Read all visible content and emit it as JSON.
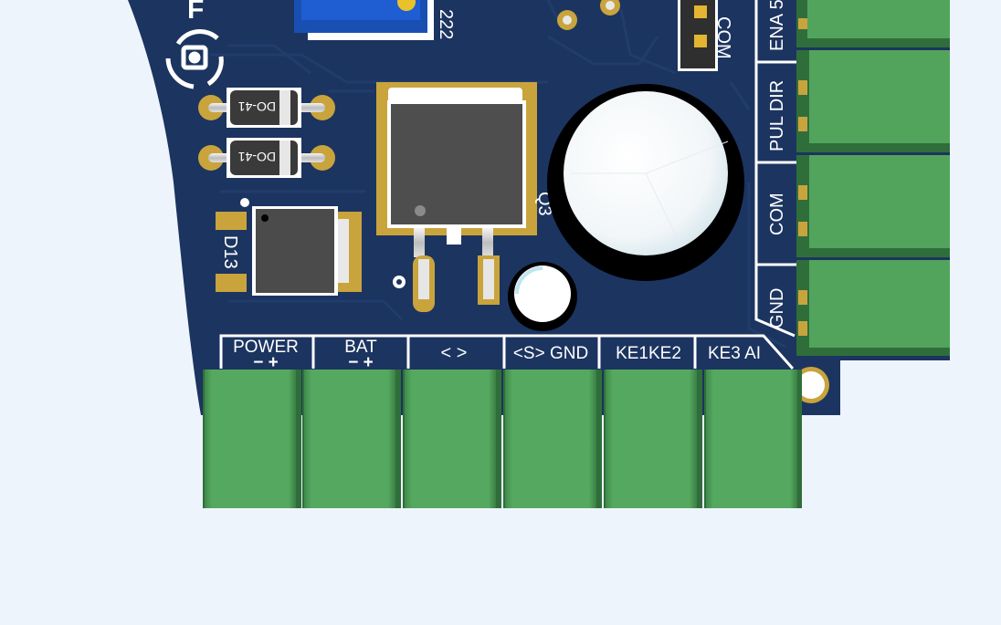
{
  "board": {
    "colors": {
      "background": "#eef4fc",
      "solder_mask": "#1c3460",
      "trace": "#213d6b",
      "silkscreen": "#ffffff",
      "pad_gold": "#c9a43c",
      "terminal_green": "#52a45c",
      "terminal_dark": "#2f6e3a",
      "component_body": "#4b4b4b"
    },
    "partial_label_top_left": "F",
    "trimpot_label": "222",
    "header_label": "COM",
    "diodes": [
      {
        "label": "DO-41"
      },
      {
        "label": "DO-41"
      }
    ],
    "smd_diode_label": "D13",
    "regulator_label": "Q3",
    "right_terminal_labels": [
      "ENA 5",
      "PUL DIR",
      "COM",
      "GND"
    ],
    "bottom_terminals": [
      {
        "title": "POWER",
        "pins": "−  +"
      },
      {
        "title": "BAT",
        "pins": "−  +"
      },
      {
        "title": "<  >",
        "pins": ""
      },
      {
        "title": "<S> GND",
        "pins": ""
      },
      {
        "title": "KE1KE2",
        "pins": ""
      },
      {
        "title": "KE3  AI",
        "pins": ""
      }
    ]
  }
}
